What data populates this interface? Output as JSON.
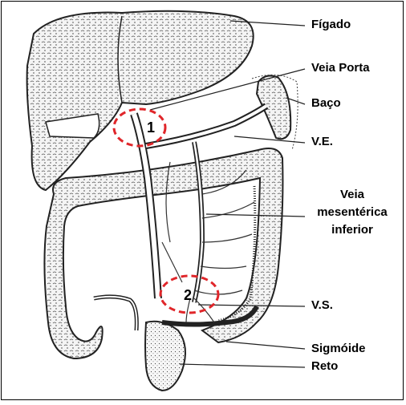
{
  "labels": {
    "figado": "Fígado",
    "veia_porta": "Veia Porta",
    "baco": "Baço",
    "ve": "V.E.",
    "vmi_line1": "Veia",
    "vmi_line2": "mesentérica",
    "vmi_line3": "inferior",
    "vs": "V.S.",
    "sigmoide": "Sigmóide",
    "reto": "Reto"
  },
  "markers": [
    {
      "id": "1",
      "label": "1"
    },
    {
      "id": "2",
      "label": "2"
    }
  ],
  "colors": {
    "marker": "#e0262a",
    "organ_stroke": "#222222",
    "organ_fill": "#f2f2f2",
    "vessel_fill": "#ffffff"
  }
}
